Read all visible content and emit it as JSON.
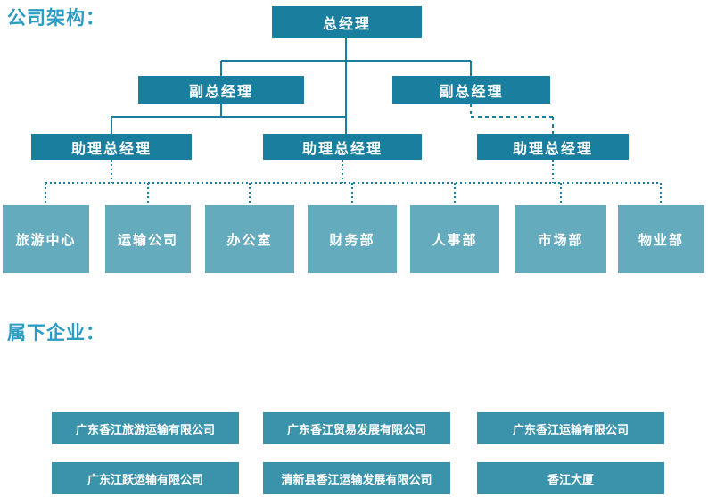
{
  "titles": {
    "structure": "公司架构：",
    "subsidiaries": "属下企业："
  },
  "org": {
    "general_manager": "总经理",
    "deputy_managers": [
      "副总经理",
      "副总经理"
    ],
    "assistant_managers": [
      "助理总经理",
      "助理总经理",
      "助理总经理"
    ],
    "departments": [
      "旅游中心",
      "运输公司",
      "办公室",
      "财务部",
      "人事部",
      "市场部",
      "物业部"
    ]
  },
  "subsidiaries": [
    "广东香江旅游运输有限公司",
    "广东香江贸易发展有限公司",
    "广东香江运输有限公司",
    "广东江跃运输有限公司",
    "清新县香江运输发展有限公司",
    "香江大厦"
  ],
  "colors": {
    "level_box": "#1a7f9e",
    "department_box": "#64abbe",
    "subsidiary_box": "#3b92ab",
    "title_text": "#2b9cc4",
    "connector": "#1a7f9e"
  }
}
